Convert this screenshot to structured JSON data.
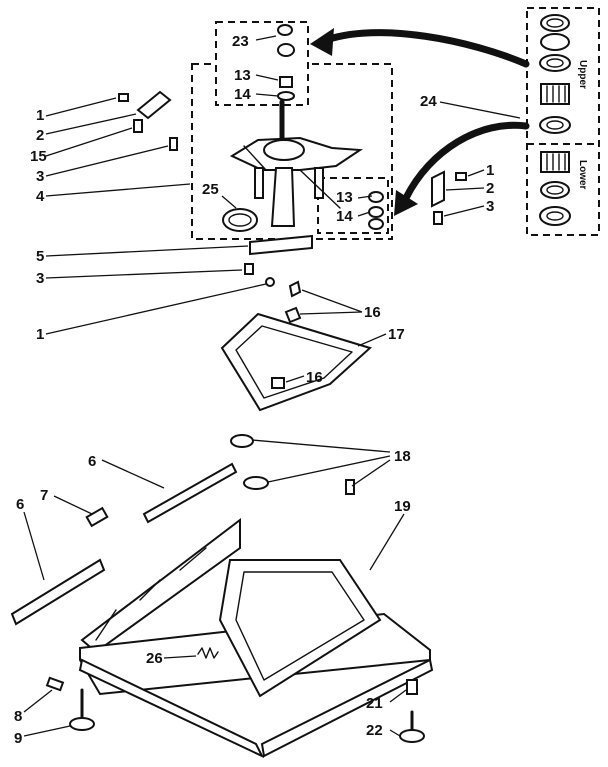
{
  "callouts": [
    {
      "id": "c23",
      "text": "23"
    },
    {
      "id": "c13a",
      "text": "13"
    },
    {
      "id": "c14a",
      "text": "14"
    },
    {
      "id": "c24",
      "text": "24"
    },
    {
      "id": "c1a",
      "text": "1"
    },
    {
      "id": "c2a",
      "text": "2"
    },
    {
      "id": "c15",
      "text": "15"
    },
    {
      "id": "c3a",
      "text": "3"
    },
    {
      "id": "c4",
      "text": "4"
    },
    {
      "id": "c25",
      "text": "25"
    },
    {
      "id": "c13b",
      "text": "13"
    },
    {
      "id": "c14b",
      "text": "14"
    },
    {
      "id": "c1b",
      "text": "1"
    },
    {
      "id": "c2b",
      "text": "2"
    },
    {
      "id": "c3b",
      "text": "3"
    },
    {
      "id": "c5",
      "text": "5"
    },
    {
      "id": "c3c",
      "text": "3"
    },
    {
      "id": "c1c",
      "text": "1"
    },
    {
      "id": "c16a",
      "text": "16"
    },
    {
      "id": "c17",
      "text": "17"
    },
    {
      "id": "c16b",
      "text": "16"
    },
    {
      "id": "c18",
      "text": "18"
    },
    {
      "id": "c6a",
      "text": "6"
    },
    {
      "id": "c7",
      "text": "7"
    },
    {
      "id": "c6b",
      "text": "6"
    },
    {
      "id": "c19",
      "text": "19"
    },
    {
      "id": "c26",
      "text": "26"
    },
    {
      "id": "c8",
      "text": "8"
    },
    {
      "id": "c9",
      "text": "9"
    },
    {
      "id": "c21",
      "text": "21"
    },
    {
      "id": "c22",
      "text": "22"
    }
  ],
  "bearing_labels": {
    "upper": "Upper",
    "lower": "Lower"
  }
}
